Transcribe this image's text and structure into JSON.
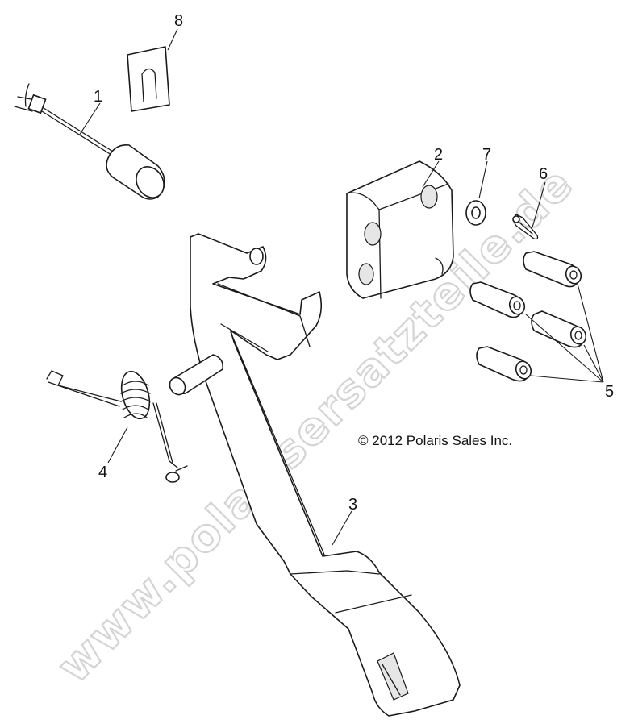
{
  "copyright": "© 2012 Polaris Sales Inc.",
  "watermark": "www.polarisersatzteile.de",
  "callouts": [
    {
      "id": "1",
      "label": "1"
    },
    {
      "id": "2",
      "label": "2"
    },
    {
      "id": "3",
      "label": "3"
    },
    {
      "id": "4",
      "label": "4"
    },
    {
      "id": "5",
      "label": "5"
    },
    {
      "id": "6",
      "label": "6"
    },
    {
      "id": "7",
      "label": "7"
    },
    {
      "id": "8",
      "label": "8"
    }
  ],
  "colors": {
    "line": "#1a1a1a",
    "watermark_outline": "#d4d4d4",
    "background": "#ffffff"
  }
}
